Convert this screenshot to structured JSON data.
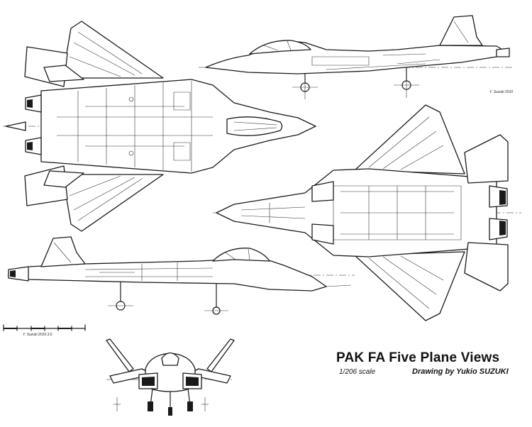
{
  "caption": {
    "title": "PAK FA Five Plane Views",
    "scale": "1/206 scale",
    "credit": "Drawing by Yukio SUZUKI"
  },
  "signatures": {
    "side_view": "Y. Suzuki 2010",
    "scale_bar": "Y. Suzuki 2010.3.6"
  },
  "colors": {
    "ink": "#1a1a1a",
    "paper": "#ffffff"
  }
}
